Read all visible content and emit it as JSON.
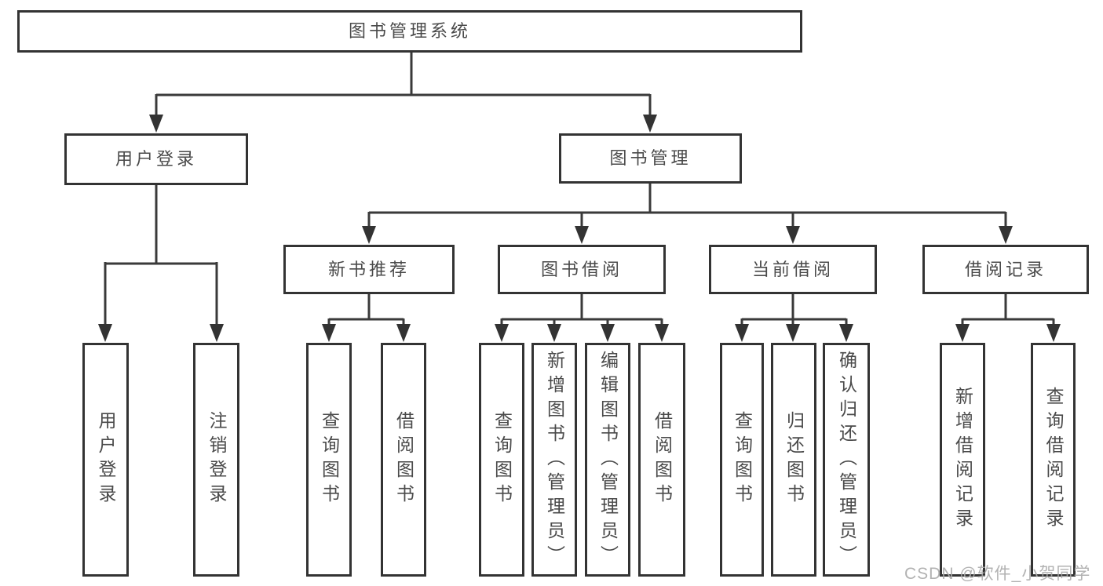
{
  "title": "图书管理系统",
  "tree": {
    "root": {
      "label": "图书管理系统"
    },
    "branches": [
      {
        "label": "用户登录",
        "children": [
          {
            "label": "用户登录"
          },
          {
            "label": "注销登录"
          }
        ]
      },
      {
        "label": "图书管理",
        "sections": [
          {
            "label": "新书推荐",
            "children": [
              {
                "label": "查询图书"
              },
              {
                "label": "借阅图书"
              }
            ]
          },
          {
            "label": "图书借阅",
            "children": [
              {
                "label": "查询图书"
              },
              {
                "label": "新增图书（管理员）"
              },
              {
                "label": "编辑图书（管理员）"
              },
              {
                "label": "借阅图书"
              }
            ]
          },
          {
            "label": "当前借阅",
            "children": [
              {
                "label": "查询图书"
              },
              {
                "label": "归还图书"
              },
              {
                "label": "确认归还（管理员）"
              }
            ]
          },
          {
            "label": "借阅记录",
            "children": [
              {
                "label": "新增借阅记录"
              },
              {
                "label": "查询借阅记录"
              }
            ]
          }
        ]
      }
    ]
  },
  "watermark": {
    "text": "CSDN @软件_小贺同学"
  },
  "colors": {
    "line": "#3a3a3a",
    "border": "#333333",
    "text": "#4a4a4a",
    "background": "#ffffff",
    "watermark": "#aaaaaa"
  }
}
